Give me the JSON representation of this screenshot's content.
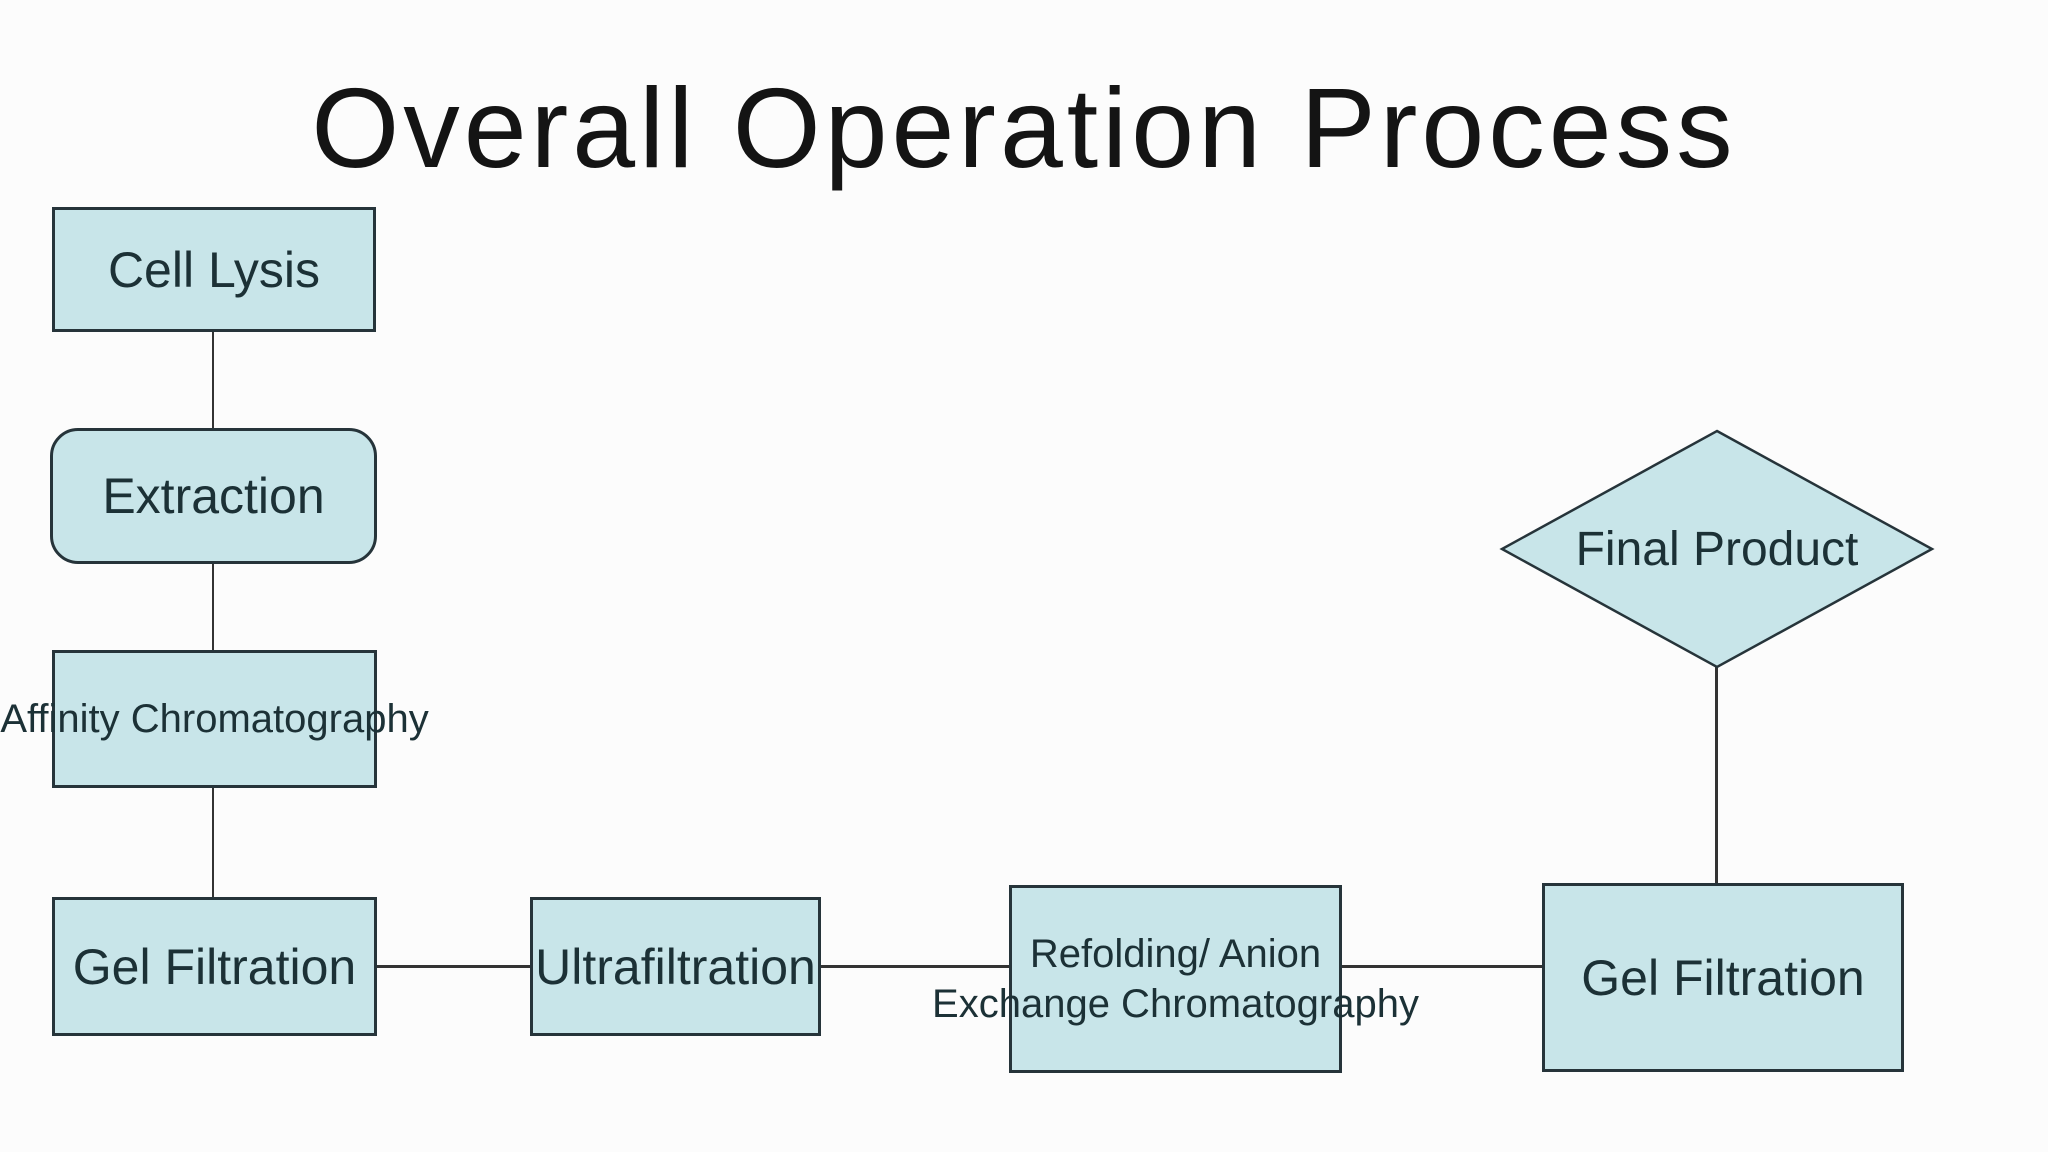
{
  "title": "Overall Operation Process",
  "flowchart": {
    "nodes": [
      {
        "id": "cell-lysis",
        "shape": "rectangle",
        "label": "Cell Lysis"
      },
      {
        "id": "extraction",
        "shape": "rounded-rectangle",
        "label": "Extraction"
      },
      {
        "id": "affinity-chromatography",
        "shape": "rectangle",
        "label": "Affinity Chromatography"
      },
      {
        "id": "gel-filtration-1",
        "shape": "rectangle",
        "label": "Gel Filtration"
      },
      {
        "id": "ultrafiltration",
        "shape": "rectangle",
        "label": "Ultrafiltration"
      },
      {
        "id": "refolding-anion-exchange",
        "shape": "rectangle",
        "label_line1": "Refolding/ Anion",
        "label_line2": "Exchange Chromatography"
      },
      {
        "id": "gel-filtration-2",
        "shape": "rectangle",
        "label": "Gel Filtration"
      },
      {
        "id": "final-product",
        "shape": "diamond",
        "label": "Final Product"
      }
    ],
    "edges": [
      {
        "from": "cell-lysis",
        "to": "extraction",
        "style": "plain-line"
      },
      {
        "from": "extraction",
        "to": "affinity-chromatography",
        "style": "plain-line"
      },
      {
        "from": "affinity-chromatography",
        "to": "gel-filtration-1",
        "style": "plain-line"
      },
      {
        "from": "gel-filtration-1",
        "to": "ultrafiltration",
        "style": "plain-line"
      },
      {
        "from": "ultrafiltration",
        "to": "refolding-anion-exchange",
        "style": "plain-line"
      },
      {
        "from": "refolding-anion-exchange",
        "to": "gel-filtration-2",
        "style": "plain-line"
      },
      {
        "from": "gel-filtration-2",
        "to": "final-product",
        "style": "plain-line"
      }
    ],
    "colors": {
      "node-fill": "#c8e5e9",
      "node-border": "#26343a",
      "node-text": "#1c3136",
      "connector": "#333333",
      "title-text": "#141414"
    }
  }
}
